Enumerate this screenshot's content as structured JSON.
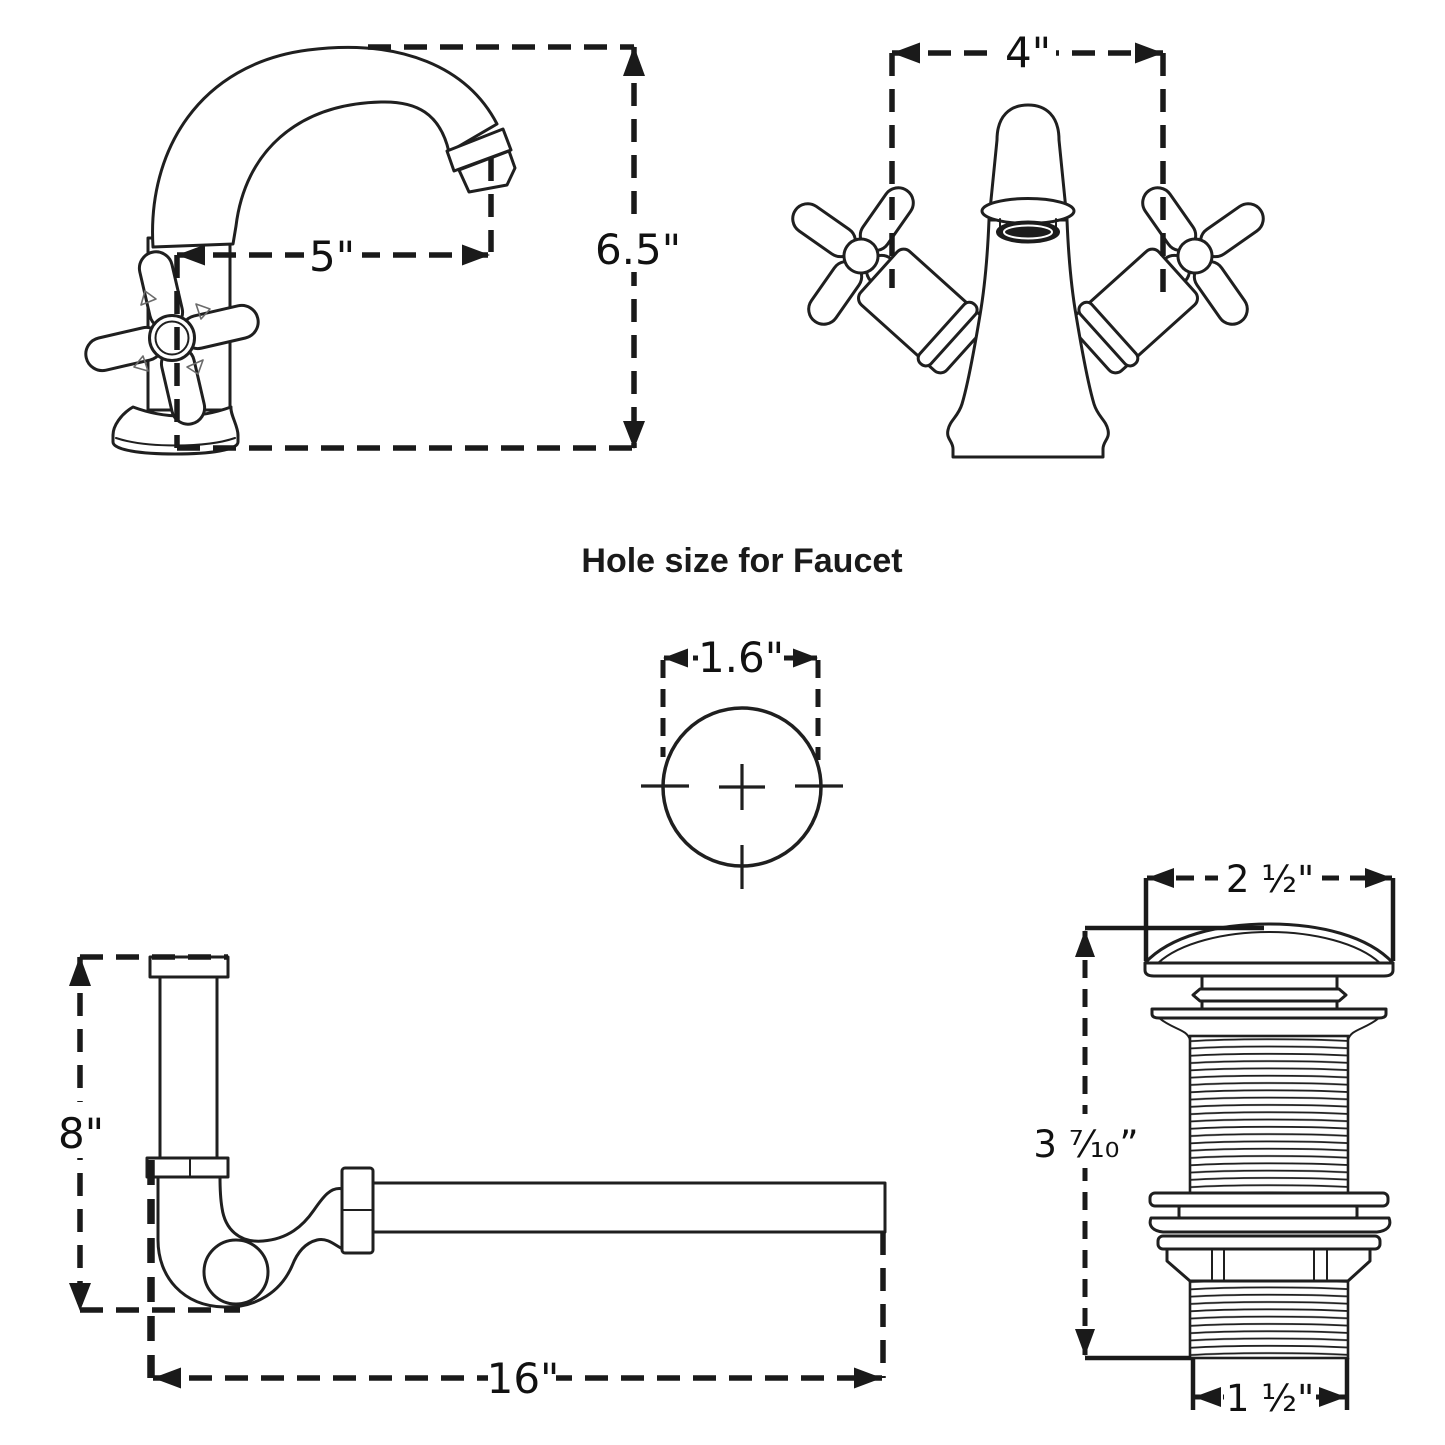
{
  "page": {
    "background": "#ffffff"
  },
  "colors": {
    "line": "#1f1f1f",
    "dimension": "#1a1a1a",
    "label_text": "#111111",
    "spout_mouth_fill": "#1c1c1c"
  },
  "side_view": {
    "reach_label": "5\"",
    "height_label": "6.5\""
  },
  "front_view": {
    "width_label": "4\""
  },
  "hole_section": {
    "title": "Hole size for Faucet",
    "diameter_label": "1.6\""
  },
  "trap_section": {
    "height_label": "8\"",
    "length_label": "16\""
  },
  "drain_section": {
    "cap_width_label": "2 ½\"",
    "height_label": "3 ⁷⁄₁₀”",
    "outlet_width_label": "1 ½\""
  }
}
